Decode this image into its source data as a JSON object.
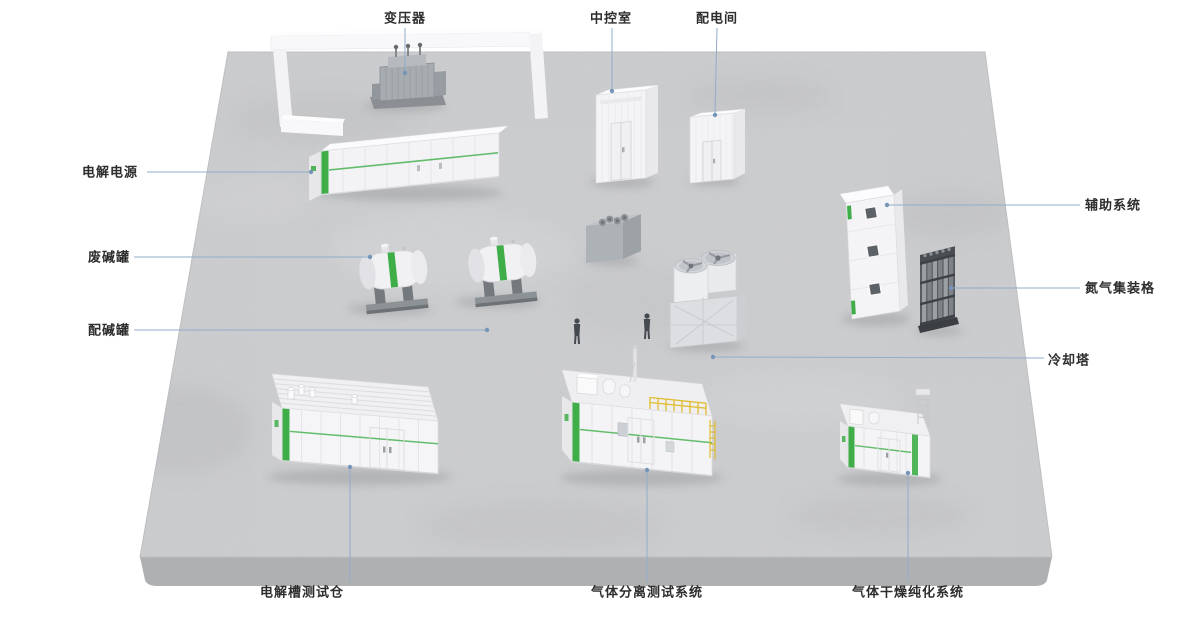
{
  "scene": {
    "description": "3D rendered overview of a hydrogen electrolysis test facility on a concrete platform with labeled equipment",
    "colors": {
      "background": "#ffffff",
      "platform": "#cbccce",
      "platform_side": "#aeb0b2",
      "accent_green": "#3fae49",
      "leader_line": "#93acc8",
      "leader_dot": "#7795b8",
      "label_text": "#2d2d2d",
      "railing_yellow": "#e0bd30"
    }
  },
  "equipment": [
    {
      "id": "transformer",
      "label": "变压器"
    },
    {
      "id": "control-room",
      "label": "中控室"
    },
    {
      "id": "power-distribution-room",
      "label": "配电间"
    },
    {
      "id": "electrolysis-power-supply",
      "label": "电解电源"
    },
    {
      "id": "waste-alkali-tank",
      "label": "废碱罐"
    },
    {
      "id": "alkali-mixing-tank",
      "label": "配碱罐"
    },
    {
      "id": "auxiliary-system",
      "label": "辅助系统"
    },
    {
      "id": "nitrogen-cylinder-rack",
      "label": "氮气集装格"
    },
    {
      "id": "cooling-tower",
      "label": "冷却塔"
    },
    {
      "id": "electrolyzer-test-chamber",
      "label": "电解槽测试仓"
    },
    {
      "id": "gas-separation-test-system",
      "label": "气体分离测试系统"
    },
    {
      "id": "gas-drying-purification-system",
      "label": "气体干燥纯化系统"
    }
  ]
}
